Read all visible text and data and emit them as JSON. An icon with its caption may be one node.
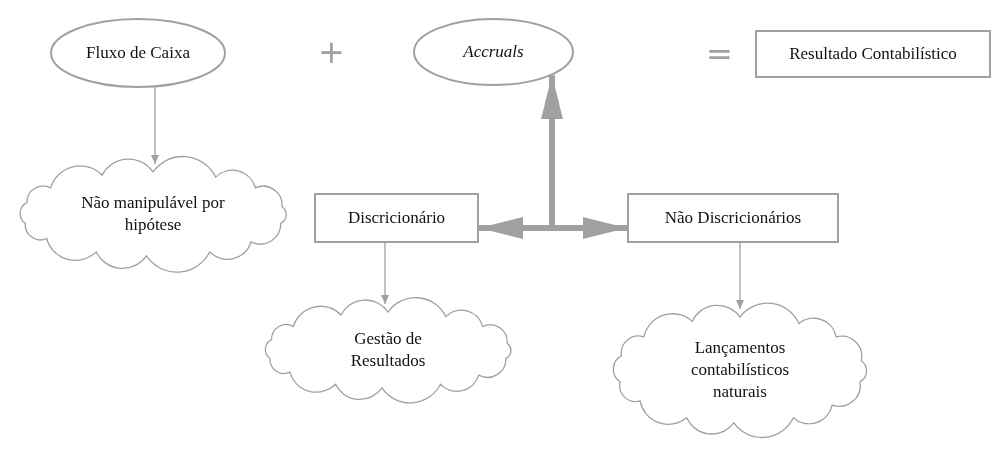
{
  "diagram": {
    "nodes": [
      {
        "text": [
          "Fluxo de Caixa"
        ]
      },
      {
        "text": [
          "Accruals"
        ]
      },
      {
        "text": [
          "Resultado Contabilístico"
        ]
      },
      {
        "text": [
          "Não manipulável por hipótese"
        ]
      },
      {
        "text": [
          "Discricionário"
        ]
      },
      {
        "text": [
          "Não Discricionários"
        ]
      },
      {
        "text": [
          "Gestão de Resultados"
        ]
      },
      {
        "text": [
          "Lançamentos contabilísticos naturais"
        ]
      }
    ],
    "edges": [
      {
        "from": 0,
        "to": 3,
        "arrow": "to"
      },
      {
        "from": 4,
        "to": 5,
        "arrow": "both",
        "style": "thick"
      },
      {
        "from": null,
        "to": 1,
        "arrow": "to",
        "style": "thick"
      },
      {
        "from": 4,
        "to": 6,
        "arrow": "to"
      },
      {
        "from": 5,
        "to": 7,
        "arrow": "to"
      }
    ],
    "labels": [
      "+",
      "="
    ]
  }
}
